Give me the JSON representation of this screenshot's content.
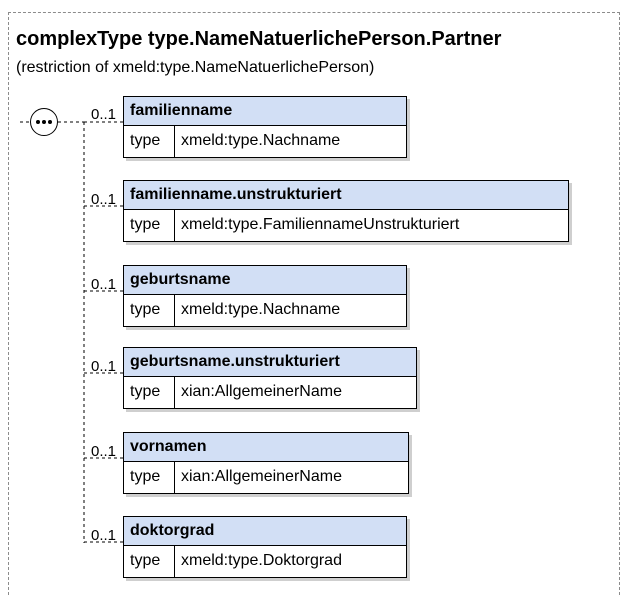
{
  "header": {
    "title": "complexType type.NameNatuerlichePerson.Partner",
    "subtitle": "(restriction of xmeld:type.NameNatuerlichePerson)"
  },
  "sequence_icon": "sequence-compositor-icon",
  "type_key_label": "type",
  "elements": [
    {
      "name": "familienname",
      "occurrence": "0..1",
      "type": "xmeld:type.Nachname"
    },
    {
      "name": "familienname.unstrukturiert",
      "occurrence": "0..1",
      "type": "xmeld:type.FamiliennameUnstrukturiert"
    },
    {
      "name": "geburtsname",
      "occurrence": "0..1",
      "type": "xmeld:type.Nachname"
    },
    {
      "name": "geburtsname.unstrukturiert",
      "occurrence": "0..1",
      "type": "xian:AllgemeinerName"
    },
    {
      "name": "vornamen",
      "occurrence": "0..1",
      "type": "xian:AllgemeinerName"
    },
    {
      "name": "doktorgrad",
      "occurrence": "0..1",
      "type": "xmeld:type.Doktorgrad"
    }
  ]
}
